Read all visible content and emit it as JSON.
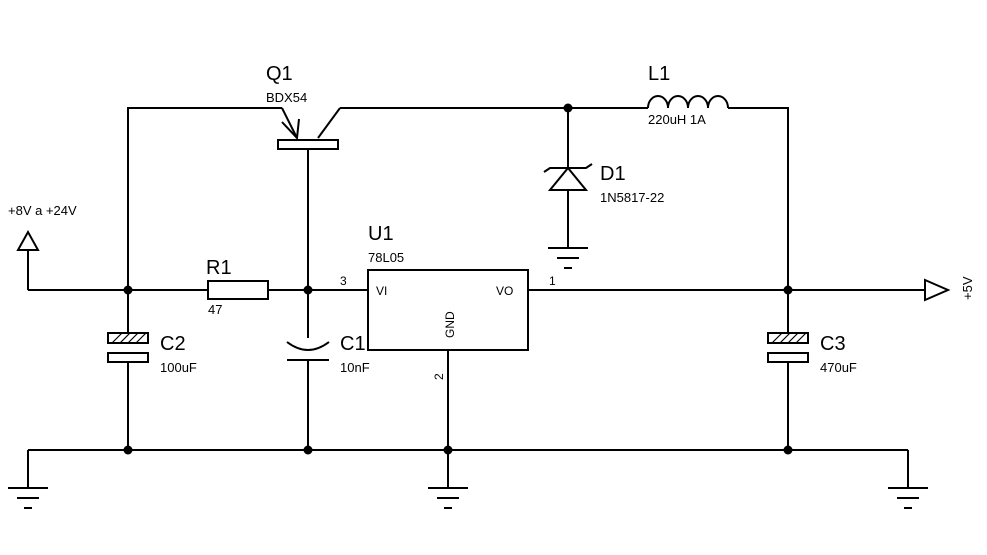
{
  "components": {
    "q1": {
      "ref": "Q1",
      "value": "BDX54"
    },
    "l1": {
      "ref": "L1",
      "value": "220uH 1A"
    },
    "d1": {
      "ref": "D1",
      "value": "1N5817-22"
    },
    "u1": {
      "ref": "U1",
      "value": "78L05",
      "pin_vi": "VI",
      "pin_vo": "VO",
      "pin_gnd": "GND",
      "pin_num_in": "3",
      "pin_num_out": "1",
      "pin_num_gnd": "2"
    },
    "r1": {
      "ref": "R1",
      "value": "47"
    },
    "c1": {
      "ref": "C1",
      "value": "10nF"
    },
    "c2": {
      "ref": "C2",
      "value": "100uF"
    },
    "c3": {
      "ref": "C3",
      "value": "470uF"
    }
  },
  "ports": {
    "input": "+8V a +24V",
    "output": "+5V"
  }
}
